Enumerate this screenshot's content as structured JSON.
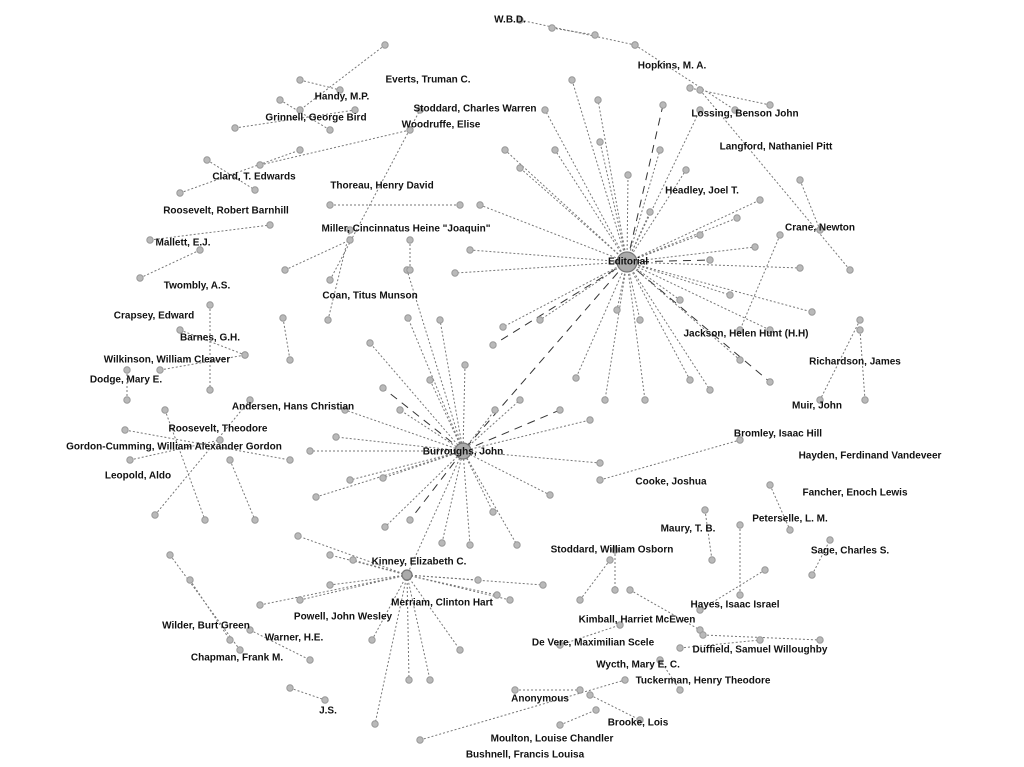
{
  "labels": [
    "W.B.D.",
    "Hopkins, M. A.",
    "Everts, Truman C.",
    "Handy, M.P.",
    "Stoddard, Charles Warren",
    "Lossing, Benson John",
    "Grinnell, George Bird",
    "Woodruffe, Elise",
    "Langford, Nathaniel Pitt",
    "Clard, T. Edwards",
    "Thoreau, Henry David",
    "Headley, Joel T.",
    "Roosevelt, Robert Barnhill",
    "Crane, Newton",
    "Miller, Cincinnatus Heine \"Joaquin\"",
    "Mallett, E.J.",
    "Editorial",
    "Twombly, A.S.",
    "Coan, Titus Munson",
    "Crapsey, Edward",
    "Jackson, Helen Hunt (H.H)",
    "Barnes, G.H.",
    "Wilkinson, William Cleaver",
    "Richardson, James",
    "Dodge, Mary E.",
    "Andersen, Hans Christian",
    "Muir, John",
    "Roosevelt, Theodore",
    "Bromley, Isaac Hill",
    "Gordon-Cumming, William Alexander Gordon",
    "Hayden, Ferdinand Vandeveer",
    "Burroughs, John",
    "Leopold, Aldo",
    "Cooke, Joshua",
    "Fancher, Enoch Lewis",
    "Maury, T. B.",
    "Peterselle, L. M.",
    "Sage, Charles S.",
    "Stoddard, William Osborn",
    "Kinney, Elizabeth C.",
    "Merriam, Clinton Hart",
    "Hayes, Isaac Israel",
    "Powell, John Wesley",
    "Kimball, Harriet McEwen",
    "Wilder, Burt Green",
    "Warner, H.E.",
    "De Vere, Maximilian Scele",
    "Duffield, Samuel Willoughby",
    "Chapman, Frank M.",
    "Wycth, Mary E. C.",
    "Tuckerman, Henry Theodore",
    "Anonymous",
    "J.S.",
    "Brooke, Lois",
    "Moulton, Louise Chandler",
    "Bushnell, Francis Louisa"
  ]
}
